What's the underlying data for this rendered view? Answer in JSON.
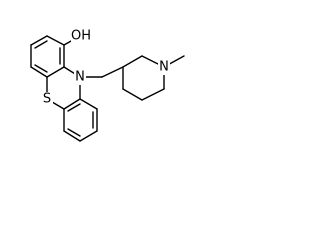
{
  "molecule": {
    "atoms": {
      "hydroxyl": "OH",
      "ring_nitrogen": "N",
      "sulfur": "S",
      "piperidine_nitrogen": "N"
    }
  }
}
